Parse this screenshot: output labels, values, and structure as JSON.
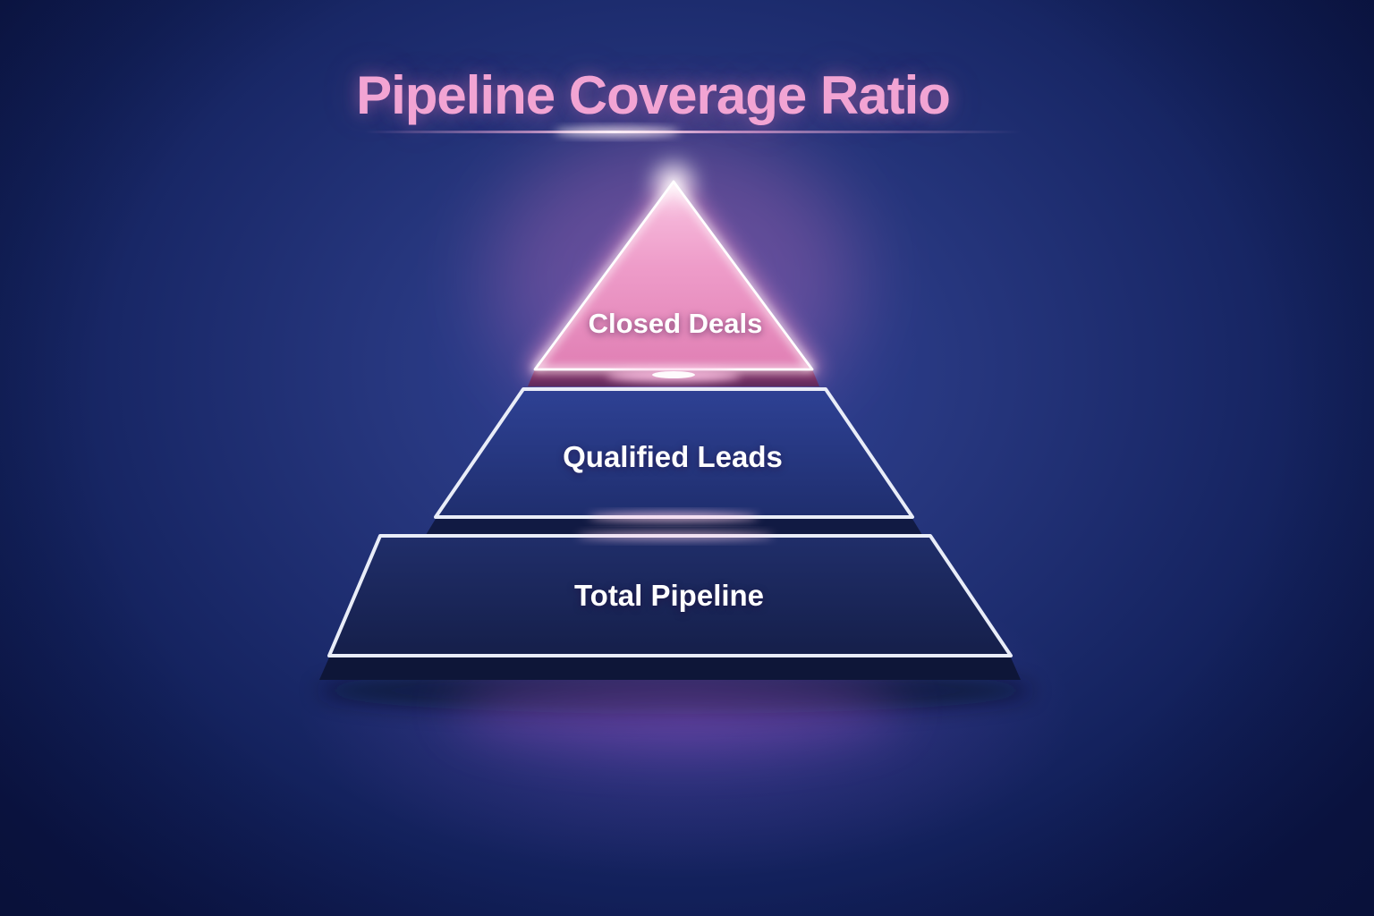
{
  "title": {
    "text": "Pipeline Coverage Ratio",
    "color": "#f2a4d3"
  },
  "pyramid": {
    "tiers": [
      {
        "id": "closed-deals",
        "label": "Closed Deals",
        "fill": "#ec96c6",
        "edge_glow": "#ffb3dc",
        "position": "top"
      },
      {
        "id": "qualified-leads",
        "label": "Qualified Leads",
        "fill": "#2c3e8c",
        "edge": "#e9edf8",
        "position": "middle"
      },
      {
        "id": "total-pipeline",
        "label": "Total Pipeline",
        "fill": "#1c2a60",
        "edge": "#e9edf8",
        "position": "bottom"
      }
    ]
  },
  "colors": {
    "background_center": "#31439b",
    "background_edge": "#0c164a",
    "accent_pink": "#f2a4d3",
    "neon_pink_glow": "#ff8fd0",
    "floor_glow_purple": "#a050c8",
    "label_text": "#ffffff"
  }
}
